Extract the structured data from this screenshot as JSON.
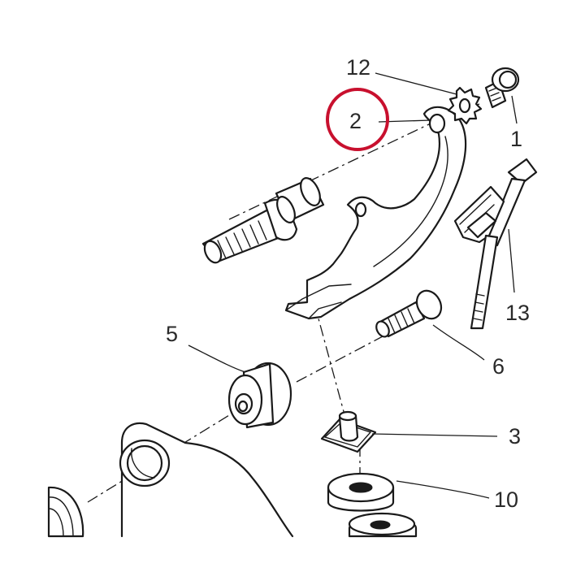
{
  "callouts": {
    "c1": "1",
    "c2": "2",
    "c3": "3",
    "c5": "5",
    "c6": "6",
    "c10": "10",
    "c12": "12",
    "c13": "13"
  },
  "highlight": {
    "part": "2",
    "color": "#c8102e"
  },
  "colors": {
    "line": "#1a1a1a",
    "background": "#ffffff"
  }
}
